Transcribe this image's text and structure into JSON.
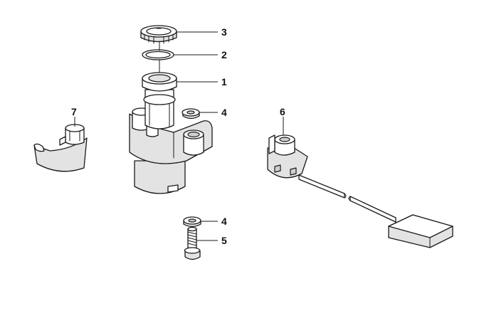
{
  "callouts": {
    "c1": "1",
    "c2": "2",
    "c3": "3",
    "c4a": "4",
    "c4b": "4",
    "c5": "5",
    "c6": "6",
    "c7": "7"
  },
  "colors": {
    "line": "#1a1a1a",
    "shade": "#e3e3e3",
    "background": "#ffffff"
  }
}
